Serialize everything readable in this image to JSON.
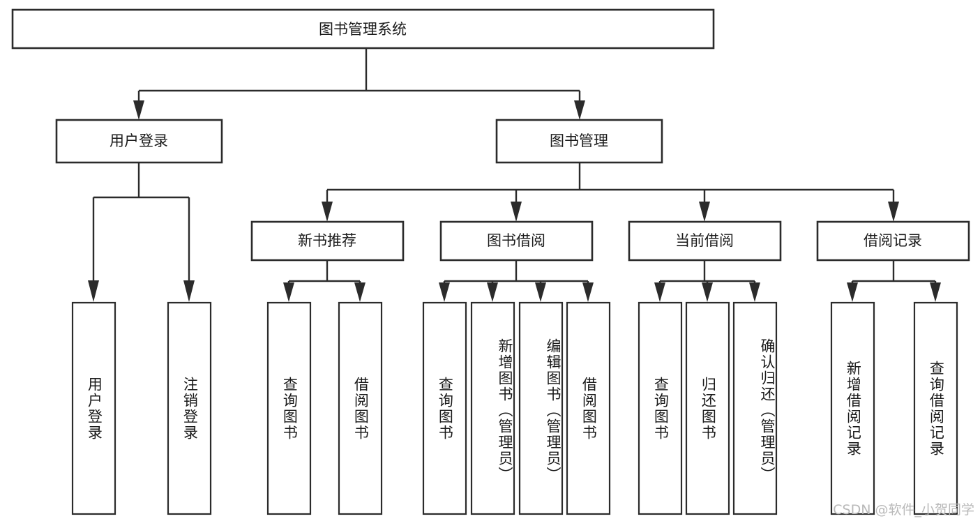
{
  "diagram": {
    "title": "图书管理系统",
    "type": "tree-hierarchy-diagram",
    "colors": {
      "box_fill": "#ffffff",
      "box_stroke": "#2b2b2b",
      "text": "#1a1a1a",
      "background": "#ffffff",
      "watermark": "#b9b9b9"
    },
    "root": {
      "label": "图书管理系统"
    },
    "level2": [
      {
        "label": "用户登录"
      },
      {
        "label": "图书管理"
      }
    ],
    "level3": [
      {
        "label": "新书推荐"
      },
      {
        "label": "图书借阅"
      },
      {
        "label": "当前借阅"
      },
      {
        "label": "借阅记录"
      }
    ],
    "leaves": {
      "user_login": [
        {
          "label": "用户登录"
        },
        {
          "label": "注销登录"
        }
      ],
      "new_book_recommend": [
        {
          "label": "查询图书"
        },
        {
          "label": "借阅图书"
        }
      ],
      "book_borrow": [
        {
          "label": "查询图书"
        },
        {
          "label": "新增图书（管理员）"
        },
        {
          "label": "编辑图书（管理员）"
        },
        {
          "label": "借阅图书"
        }
      ],
      "current_borrow": [
        {
          "label": "查询图书"
        },
        {
          "label": "归还图书"
        },
        {
          "label": "确认归还（管理员）"
        }
      ],
      "borrow_record": [
        {
          "label": "新增借阅记录"
        },
        {
          "label": "查询借阅记录"
        }
      ]
    }
  },
  "watermark": {
    "text": "CSDN @软件_小贺同学"
  }
}
